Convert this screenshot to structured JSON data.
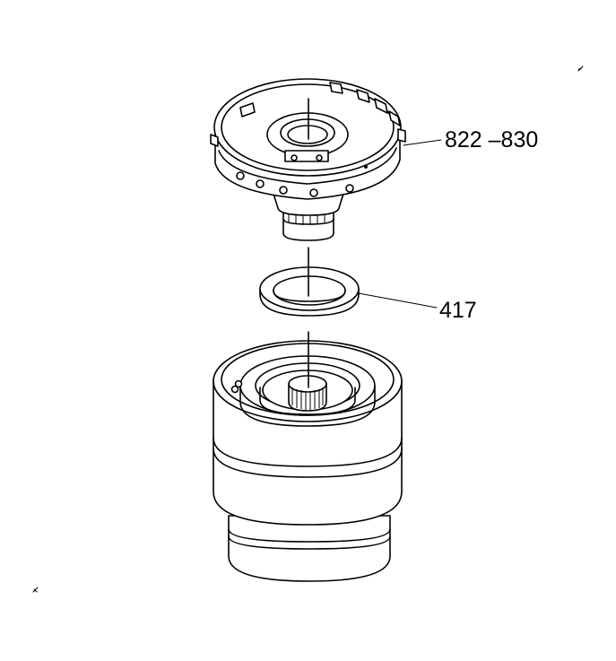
{
  "diagram": {
    "callouts": [
      {
        "id": "planetary-carrier",
        "label": "822 –830"
      },
      {
        "id": "thrust-washer",
        "label": "417"
      }
    ],
    "colors": {
      "ink": "#000000",
      "paper": "#ffffff"
    }
  }
}
